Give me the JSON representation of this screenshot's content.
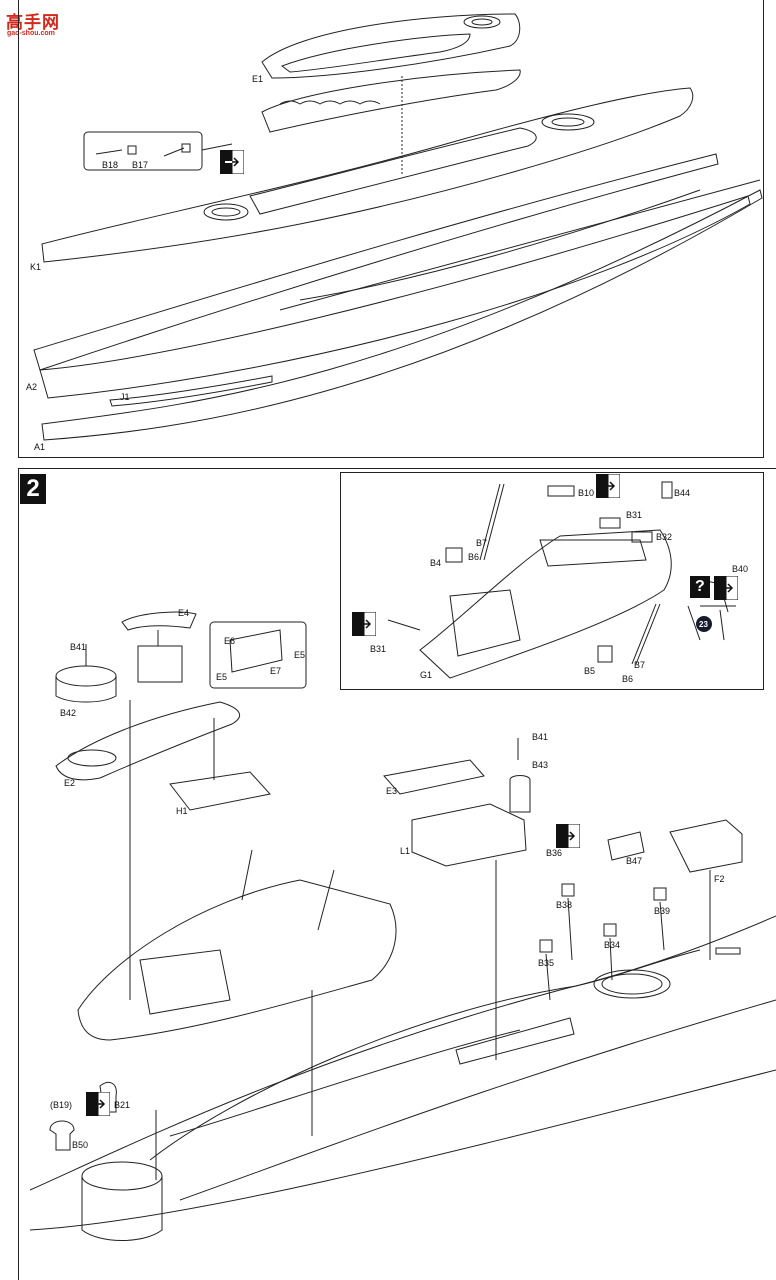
{
  "watermark": {
    "site_name": "高手网",
    "url": "gao-shou.com"
  },
  "step1": {
    "labels": {
      "e1": "E1",
      "b18": "B18",
      "b17": "B17",
      "k1": "K1",
      "a2": "A2",
      "j1": "J1",
      "a1": "A1"
    }
  },
  "step2": {
    "step_number": "2",
    "inset": {
      "labels": {
        "b10": "B10",
        "b44": "B44",
        "b31a": "B31",
        "b32": "B32",
        "b7a": "B7",
        "b6a": "B6",
        "b4": "B4",
        "b40": "B40",
        "b31b": "B31",
        "b5": "B5",
        "b7b": "B7",
        "b6b": "B6",
        "g1": "G1"
      },
      "callout_number": "23",
      "question_mark": "?"
    },
    "labels": {
      "e4": "E4",
      "b41a": "B41",
      "e6": "E6",
      "e5a": "E5",
      "e5b": "E5",
      "e7": "E7",
      "b42": "B42",
      "e2": "E2",
      "h1": "H1",
      "b41b": "B41",
      "b43": "B43",
      "e3": "E3",
      "l1": "L1",
      "b36": "B36",
      "b47": "B47",
      "f2": "F2",
      "b38": "B38",
      "b39": "B39",
      "b34": "B34",
      "b35": "B35",
      "b19": "(B19)",
      "b21": "B21",
      "b50": "B50"
    }
  },
  "colors": {
    "line": "#222222",
    "badge": "#111111",
    "watermark": "#d3291c",
    "callout": "#1a1a2e"
  }
}
